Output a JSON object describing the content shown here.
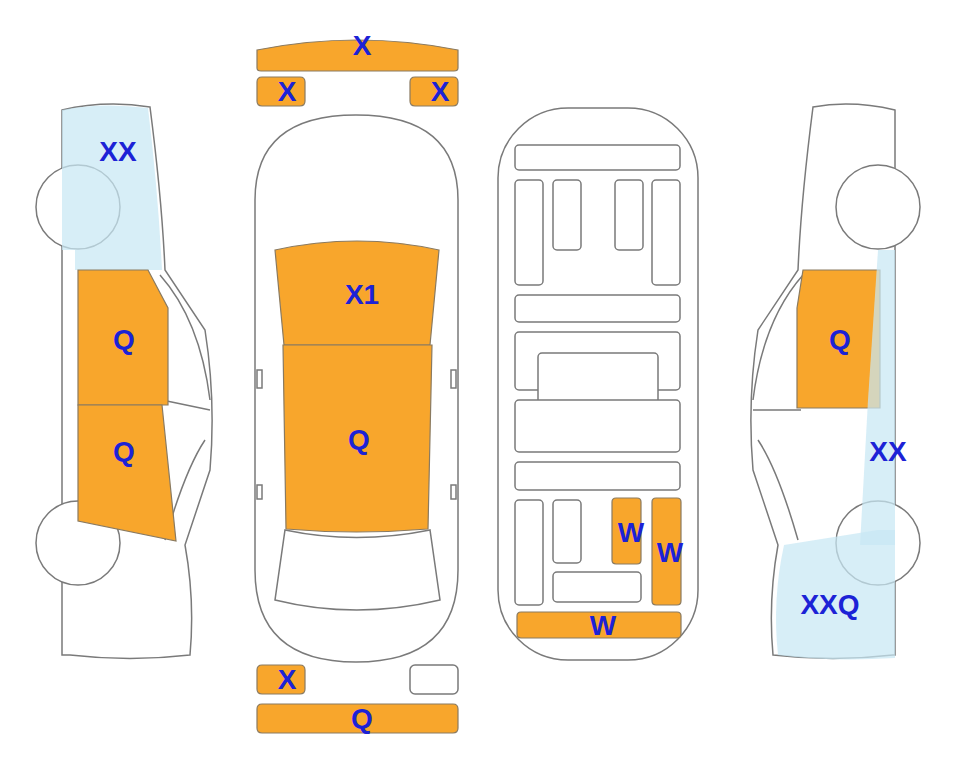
{
  "diagram": {
    "nodes": [
      {
        "text": [
          "X"
        ]
      },
      {
        "text": [
          "X"
        ]
      },
      {
        "text": [
          "X"
        ]
      },
      {
        "text": [
          "XX"
        ]
      },
      {
        "text": [
          "X1"
        ]
      },
      {
        "text": [
          "Q"
        ]
      },
      {
        "text": [
          "Q"
        ]
      },
      {
        "text": [
          "Q"
        ]
      },
      {
        "text": [
          "XX"
        ]
      },
      {
        "text": [
          "Q"
        ]
      },
      {
        "text": [
          "W"
        ]
      },
      {
        "text": [
          "W"
        ]
      },
      {
        "text": [
          "XXQ"
        ]
      },
      {
        "text": [
          "W"
        ]
      },
      {
        "text": [
          "X"
        ]
      },
      {
        "text": [
          "Q"
        ]
      }
    ]
  }
}
